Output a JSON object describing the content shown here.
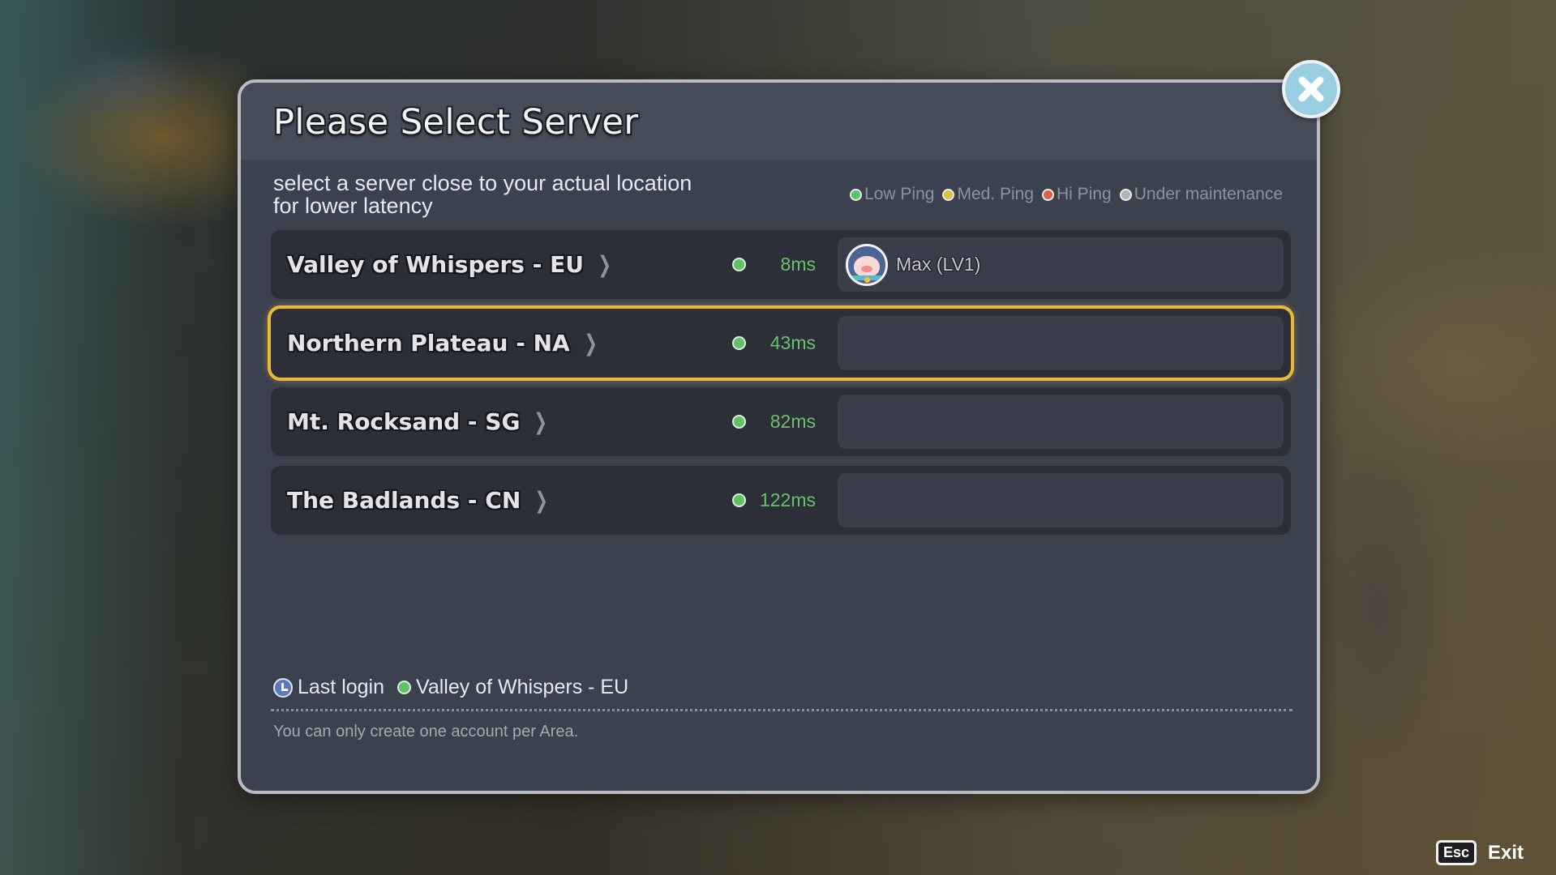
{
  "dialog": {
    "title": "Please Select Server",
    "subtitle_line1": "select a server close to your actual location",
    "subtitle_line2": "for lower latency"
  },
  "legend": [
    {
      "label": "Low Ping",
      "color": "#5fc26a"
    },
    {
      "label": "Med. Ping",
      "color": "#d9c23e"
    },
    {
      "label": "Hi Ping",
      "color": "#e0614a"
    },
    {
      "label": "Under maintenance",
      "color": "#b3b3b3"
    }
  ],
  "servers": [
    {
      "name": "Valley of Whispers - EU",
      "ping": "8ms",
      "status": "low",
      "character": "Max (LV1)",
      "selected": false
    },
    {
      "name": "Northern Plateau - NA",
      "ping": "43ms",
      "status": "low",
      "character": "",
      "selected": true
    },
    {
      "name": "Mt. Rocksand - SG",
      "ping": "82ms",
      "status": "low",
      "character": "",
      "selected": false
    },
    {
      "name": "The Badlands - CN",
      "ping": "122ms",
      "status": "low",
      "character": "",
      "selected": false
    }
  ],
  "footer": {
    "last_login_label": "Last login",
    "last_login_server": "Valley of Whispers - EU",
    "note": "You can only create one account per Area."
  },
  "hint": {
    "key": "Esc",
    "label": "Exit"
  },
  "colors": {
    "selected_outline": "#e6b93a",
    "ping_text": "#6cc06d",
    "close_button": "#9bcde0"
  }
}
